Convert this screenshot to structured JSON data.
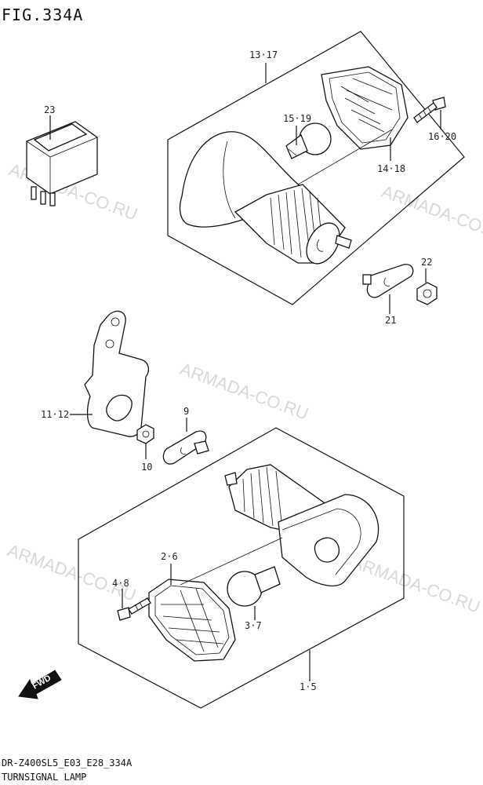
{
  "figure": {
    "title": "FIG.334A",
    "model_code": "DR-Z400SL5_E03_E28_334A",
    "caption": "TURNSIGNAL LAMP"
  },
  "watermark": {
    "text": "ARMADA-CO.RU"
  },
  "callouts": {
    "c23": "23",
    "c1317": "13·17",
    "c1519": "15·19",
    "c1620": "16·20",
    "c1418": "14·18",
    "c22": "22",
    "c21": "21",
    "c1112": "11·12",
    "c9": "9",
    "c10": "10",
    "c26": "2·6",
    "c48": "4·8",
    "c37": "3·7",
    "c15": "1·5"
  },
  "badge": {
    "label": "FWD"
  },
  "icons": {
    "relay": "relay-icon",
    "lamp": "turn-signal-lamp-icon",
    "bulb": "bulb-icon",
    "screw": "screw-icon",
    "bracket": "bracket-icon",
    "nut": "nut-icon",
    "washer": "washer-plate-icon",
    "arrow": "forward-arrow-icon"
  }
}
